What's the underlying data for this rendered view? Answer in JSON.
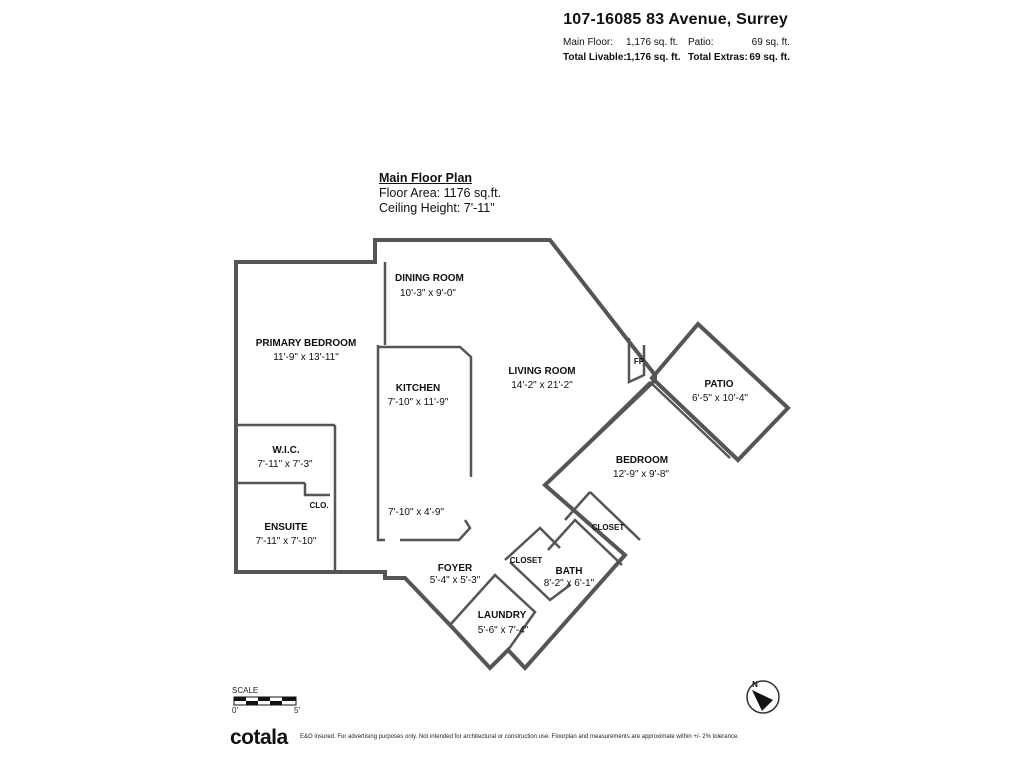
{
  "header": {
    "address": "107-16085 83 Avenue, Surrey",
    "main_floor_label": "Main Floor:",
    "main_floor_value": "1,176 sq. ft.",
    "patio_label": "Patio:",
    "patio_value": "69 sq. ft.",
    "total_livable_label": "Total Livable:",
    "total_livable_value": "1,176 sq. ft.",
    "total_extras_label": "Total Extras:",
    "total_extras_value": "69 sq. ft."
  },
  "plan_title": {
    "heading": "Main Floor Plan",
    "floor_area": "Floor Area: 1176 sq.ft.",
    "ceiling_height": "Ceiling Height: 7'-11\""
  },
  "rooms": {
    "dining": {
      "name": "DINING ROOM",
      "dim": "10'-3\" x 9'-0\""
    },
    "primary_bedroom": {
      "name": "PRIMARY BEDROOM",
      "dim": "11'-9\" x 13'-11\""
    },
    "kitchen": {
      "name": "KITCHEN",
      "dim": "7'-10\" x 11'-9\"",
      "dim2": "7'-10\" x 4'-9\""
    },
    "living": {
      "name": "LIVING ROOM",
      "dim": "14'-2\" x 21'-2\""
    },
    "fp": {
      "name": "FP"
    },
    "patio": {
      "name": "PATIO",
      "dim": "6'-5\" x 10'-4\""
    },
    "wic": {
      "name": "W.I.C.",
      "dim": "7'-11\" x 7'-3\""
    },
    "clo": {
      "name": "CLO."
    },
    "ensuite": {
      "name": "ENSUITE",
      "dim": "7'-11\" x 7'-10\""
    },
    "bedroom": {
      "name": "BEDROOM",
      "dim": "12'-9\" x 9'-8\""
    },
    "closet1": {
      "name": "CLOSET"
    },
    "closet2": {
      "name": "CLOSET"
    },
    "foyer": {
      "name": "FOYER",
      "dim": "5'-4\" x 5'-3\""
    },
    "bath": {
      "name": "BATH",
      "dim": "8'-2\" x 6'-1\""
    },
    "laundry": {
      "name": "LAUNDRY",
      "dim": "5'-6\" x 7'-4\""
    }
  },
  "scale": {
    "label": "SCALE",
    "start": "0'",
    "end": "5'"
  },
  "compass": {
    "label": "N"
  },
  "footer": {
    "brand": "cotala",
    "disclaimer": "E&O insured. For advertising purposes only. Not intended for architectural or construction use. Floorplan and measurements are approximate within +/- 2% tolerance."
  },
  "colors": {
    "wall": "#555555",
    "ink": "#111111"
  }
}
